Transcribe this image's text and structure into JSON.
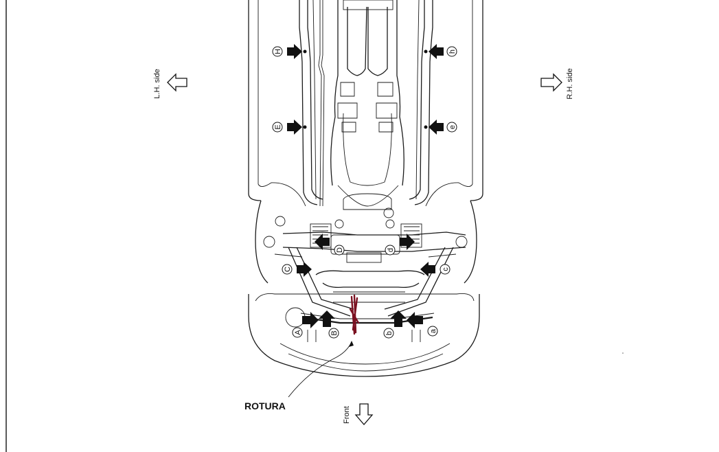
{
  "labels": {
    "lh_side": "L.H. side",
    "rh_side": "R.H. side",
    "front": "Front",
    "annotation": "ROTURA"
  },
  "points": [
    {
      "id": "H",
      "text": "H"
    },
    {
      "id": "h",
      "text": "h"
    },
    {
      "id": "E",
      "text": "E"
    },
    {
      "id": "e",
      "text": "e"
    },
    {
      "id": "D",
      "text": "D"
    },
    {
      "id": "d",
      "text": "d"
    },
    {
      "id": "C",
      "text": "C"
    },
    {
      "id": "c",
      "text": "c"
    },
    {
      "id": "B",
      "text": "B"
    },
    {
      "id": "b",
      "text": "b"
    },
    {
      "id": "A",
      "text": "A"
    },
    {
      "id": "a",
      "text": "a"
    }
  ],
  "colors": {
    "line": "#1a1a1a",
    "arrow": "#111111",
    "break_mark": "#7a1020",
    "background": "#ffffff"
  }
}
